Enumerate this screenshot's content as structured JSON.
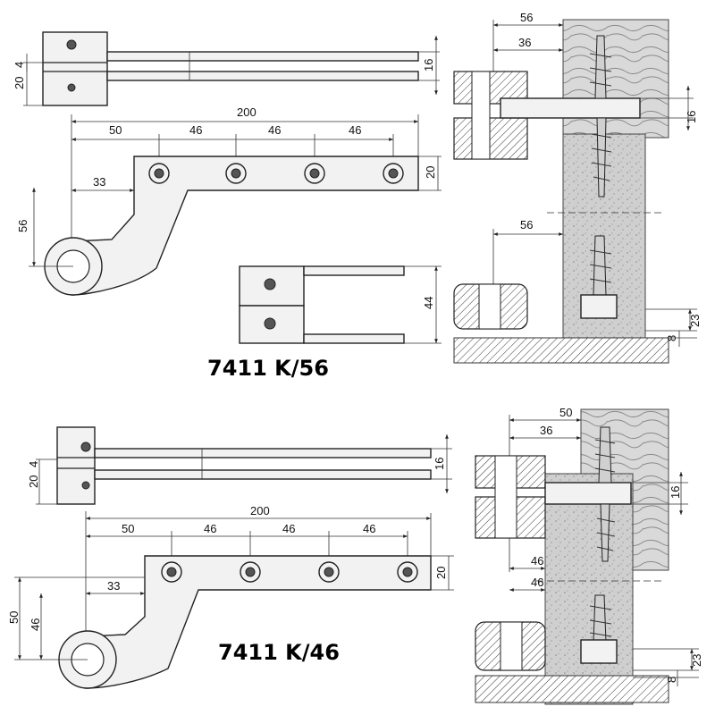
{
  "top": {
    "model_label": "7411 K/56",
    "dims": {
      "d20": "20",
      "d4": "4",
      "d16": "16",
      "d200": "200",
      "d50": "50",
      "d46a": "46",
      "d46b": "46",
      "d46c": "46",
      "d20b": "20",
      "d33": "33",
      "d56": "56",
      "d44": "44",
      "s56": "56",
      "s36": "36",
      "s16": "16",
      "b56": "56",
      "b23": "23",
      "b8": "8"
    }
  },
  "bottom": {
    "model_label": "7411 K/46",
    "dims": {
      "d20": "20",
      "d4": "4",
      "d16": "16",
      "d200": "200",
      "d50": "50",
      "d46a": "46",
      "d46b": "46",
      "d46c": "46",
      "d20b": "20",
      "d33": "33",
      "d50v": "50",
      "d46v": "46",
      "s50": "50",
      "s36": "36",
      "s16": "16",
      "s46": "46",
      "b46": "46",
      "b23": "23",
      "b8": "8"
    }
  }
}
